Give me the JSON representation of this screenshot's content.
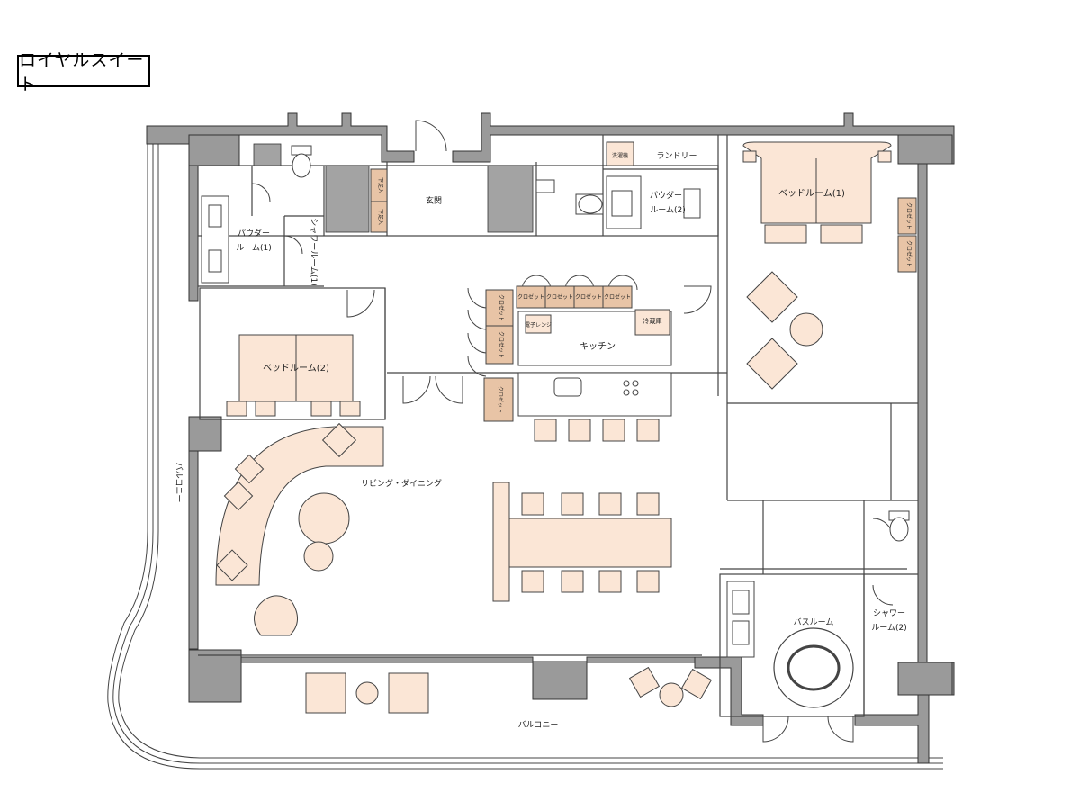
{
  "title": "ロイヤルスイート",
  "colors": {
    "wall": "#9a9a9a",
    "wall_outline": "#333333",
    "furniture": "#fbe6d6",
    "closet": "#e8c4a6",
    "appliance": "#a3a3a3",
    "line": "#444444"
  },
  "rooms": {
    "entrance": "玄関",
    "laundry": "ランドリー",
    "washer": "洗濯機",
    "powder_room_2": [
      "パウダー",
      "ルーム(2)"
    ],
    "powder_room_1": [
      "パウダー",
      "ルーム(1)"
    ],
    "shower_room_1": "シャワールーム(1)",
    "bedroom_1": "ベッドルーム(1)",
    "bedroom_2": "ベッドルーム(2)",
    "kitchen": "キッチン",
    "living_dining": "リビング・ダイニング",
    "bathroom": "バスルーム",
    "shower_room_2": [
      "シャワー",
      "ルーム(2)"
    ],
    "balcony_bottom": "バルコニー",
    "balcony_left": "バルコニー"
  },
  "fixtures": {
    "shoe_storage": "下足入",
    "closet": "クロゼット",
    "refrigerator": "冷蔵庫",
    "microwave": "電子レンジ"
  }
}
